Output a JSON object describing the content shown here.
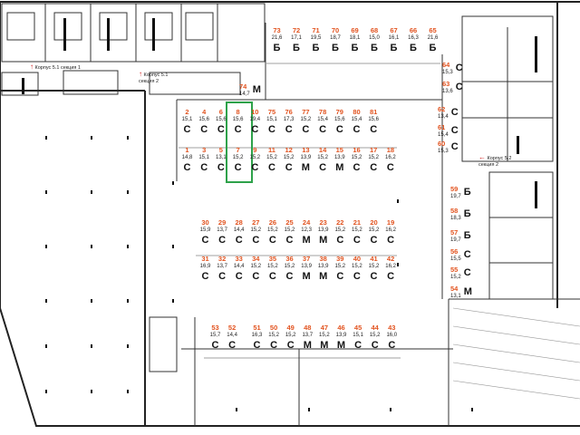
{
  "map": {
    "highlight_spot": "8",
    "spots": [
      {
        "num": "73",
        "area": "21,6",
        "type": "Б"
      },
      {
        "num": "72",
        "area": "17,1",
        "type": "Б"
      },
      {
        "num": "71",
        "area": "19,5",
        "type": "Б"
      },
      {
        "num": "70",
        "area": "18,7",
        "type": "Б"
      },
      {
        "num": "69",
        "area": "18,1",
        "type": "Б"
      },
      {
        "num": "68",
        "area": "15,0",
        "type": "Б"
      },
      {
        "num": "67",
        "area": "16,1",
        "type": "Б"
      },
      {
        "num": "66",
        "area": "16,3",
        "type": "Б"
      },
      {
        "num": "65",
        "area": "21,6",
        "type": "Б"
      },
      {
        "num": "74",
        "area": "14,7",
        "type": "М"
      },
      {
        "num": "64",
        "area": "15,3",
        "type": "С"
      },
      {
        "num": "63",
        "area": "13,6",
        "type": "С"
      },
      {
        "num": "62",
        "area": "13,4",
        "type": "С"
      },
      {
        "num": "61",
        "area": "15,4",
        "type": "С"
      },
      {
        "num": "60",
        "area": "15,3",
        "type": "С"
      },
      {
        "num": "2",
        "area": "15,1",
        "type": "С"
      },
      {
        "num": "4",
        "area": "15,6",
        "type": "С"
      },
      {
        "num": "6",
        "area": "15,6",
        "type": "С"
      },
      {
        "num": "8",
        "area": "15,6",
        "type": "С"
      },
      {
        "num": "10",
        "area": "19,4",
        "type": "С"
      },
      {
        "num": "75",
        "area": "15,1",
        "type": "С"
      },
      {
        "num": "76",
        "area": "17,3",
        "type": "С"
      },
      {
        "num": "77",
        "area": "15,2",
        "type": "С"
      },
      {
        "num": "78",
        "area": "15,4",
        "type": "С"
      },
      {
        "num": "79",
        "area": "15,6",
        "type": "С"
      },
      {
        "num": "80",
        "area": "15,4",
        "type": "С"
      },
      {
        "num": "81",
        "area": "15,6",
        "type": "С"
      },
      {
        "num": "1",
        "area": "14,8",
        "type": "С"
      },
      {
        "num": "3",
        "area": "15,1",
        "type": "С"
      },
      {
        "num": "5",
        "area": "13,1",
        "type": "С"
      },
      {
        "num": "7",
        "area": "15,2",
        "type": "С"
      },
      {
        "num": "9",
        "area": "15,2",
        "type": "С"
      },
      {
        "num": "11",
        "area": "15,2",
        "type": "С"
      },
      {
        "num": "12",
        "area": "15,2",
        "type": "С"
      },
      {
        "num": "13",
        "area": "13,9",
        "type": "М"
      },
      {
        "num": "14",
        "area": "15,2",
        "type": "С"
      },
      {
        "num": "15",
        "area": "13,9",
        "type": "М"
      },
      {
        "num": "16",
        "area": "15,2",
        "type": "С"
      },
      {
        "num": "17",
        "area": "15,2",
        "type": "С"
      },
      {
        "num": "18",
        "area": "16,2",
        "type": "С"
      },
      {
        "num": "30",
        "area": "15,9",
        "type": "С"
      },
      {
        "num": "29",
        "area": "13,7",
        "type": "С"
      },
      {
        "num": "28",
        "area": "14,4",
        "type": "С"
      },
      {
        "num": "27",
        "area": "15,2",
        "type": "С"
      },
      {
        "num": "26",
        "area": "15,2",
        "type": "С"
      },
      {
        "num": "25",
        "area": "15,2",
        "type": "С"
      },
      {
        "num": "24",
        "area": "12,3",
        "type": "М"
      },
      {
        "num": "23",
        "area": "13,9",
        "type": "М"
      },
      {
        "num": "22",
        "area": "15,2",
        "type": "С"
      },
      {
        "num": "21",
        "area": "15,2",
        "type": "С"
      },
      {
        "num": "20",
        "area": "15,2",
        "type": "С"
      },
      {
        "num": "19",
        "area": "16,2",
        "type": "С"
      },
      {
        "num": "31",
        "area": "16,9",
        "type": "С"
      },
      {
        "num": "32",
        "area": "13,7",
        "type": "С"
      },
      {
        "num": "33",
        "area": "14,4",
        "type": "С"
      },
      {
        "num": "34",
        "area": "15,2",
        "type": "С"
      },
      {
        "num": "35",
        "area": "15,2",
        "type": "С"
      },
      {
        "num": "36",
        "area": "15,2",
        "type": "С"
      },
      {
        "num": "37",
        "area": "13,9",
        "type": "М"
      },
      {
        "num": "38",
        "area": "13,9",
        "type": "М"
      },
      {
        "num": "39",
        "area": "15,2",
        "type": "С"
      },
      {
        "num": "40",
        "area": "15,2",
        "type": "С"
      },
      {
        "num": "41",
        "area": "15,2",
        "type": "С"
      },
      {
        "num": "42",
        "area": "16,2",
        "type": "С"
      },
      {
        "num": "53",
        "area": "15,7",
        "type": "С"
      },
      {
        "num": "52",
        "area": "14,4",
        "type": "С"
      },
      {
        "num": "51",
        "area": "16,3",
        "type": "С"
      },
      {
        "num": "50",
        "area": "15,2",
        "type": "С"
      },
      {
        "num": "49",
        "area": "15,2",
        "type": "С"
      },
      {
        "num": "48",
        "area": "13,7",
        "type": "М"
      },
      {
        "num": "47",
        "area": "15,2",
        "type": "М"
      },
      {
        "num": "46",
        "area": "13,9",
        "type": "М"
      },
      {
        "num": "45",
        "area": "15,1",
        "type": "С"
      },
      {
        "num": "44",
        "area": "15,2",
        "type": "С"
      },
      {
        "num": "43",
        "area": "16,0",
        "type": "С"
      },
      {
        "num": "59",
        "area": "19,7",
        "type": "Б"
      },
      {
        "num": "58",
        "area": "18,3",
        "type": "Б"
      },
      {
        "num": "57",
        "area": "19,7",
        "type": "Б"
      },
      {
        "num": "56",
        "area": "15,5",
        "type": "С"
      },
      {
        "num": "55",
        "area": "15,2",
        "type": "С"
      },
      {
        "num": "54",
        "area": "13,1",
        "type": "М"
      }
    ],
    "labels": [
      {
        "text": "Корпус 5.1 секция 1"
      },
      {
        "text": "Корпус 5.1"
      },
      {
        "text": "секция 2"
      },
      {
        "text": "Корпус 5.2"
      },
      {
        "text": "секция 2"
      }
    ]
  }
}
